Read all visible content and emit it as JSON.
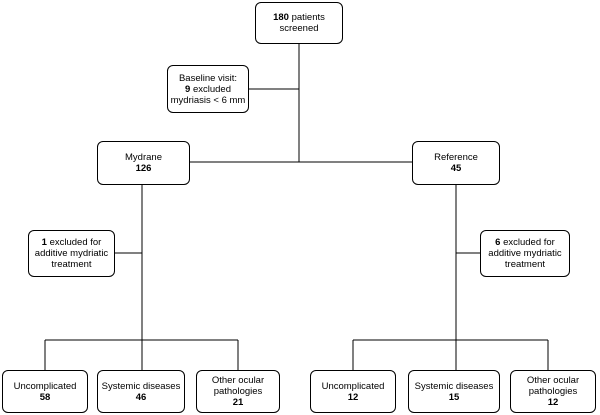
{
  "screened": {
    "count": "180",
    "text": "patients screened"
  },
  "baseline": {
    "line1": "Baseline visit:",
    "count": "9",
    "line2_rest": "excluded",
    "line3": "mydriasis < 6 mm"
  },
  "mydrane": {
    "label": "Mydrane",
    "count": "126"
  },
  "reference": {
    "label": "Reference",
    "count": "45"
  },
  "mydrane_excluded": {
    "count": "1",
    "line1_rest": "excluded for",
    "line2": "additive mydriatic",
    "line3": "treatment"
  },
  "reference_excluded": {
    "count": "6",
    "line1_rest": "excluded for",
    "line2": "additive mydriatic",
    "line3": "treatment"
  },
  "mydrane_groups": [
    {
      "label": "Uncomplicated",
      "count": "58"
    },
    {
      "label": "Systemic diseases",
      "count": "46"
    },
    {
      "label": "Other ocular pathologies",
      "count": "21"
    }
  ],
  "reference_groups": [
    {
      "label": "Uncomplicated",
      "count": "12"
    },
    {
      "label": "Systemic diseases",
      "count": "15"
    },
    {
      "label": "Other ocular pathologies",
      "count": "12"
    }
  ]
}
